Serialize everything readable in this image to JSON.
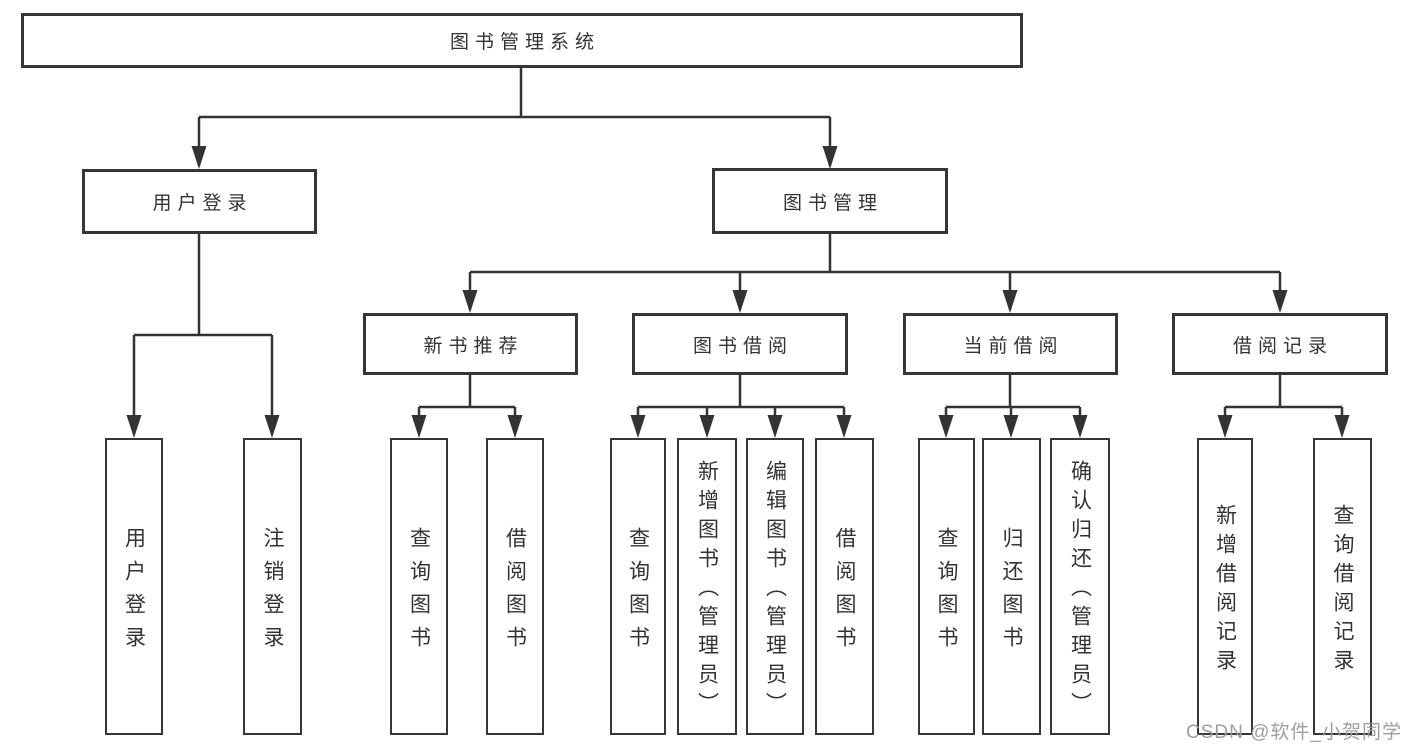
{
  "colors": {
    "background": "#ffffff",
    "line": "#333333",
    "box_border": "#363636",
    "text": "#333333",
    "watermark": "#9e9e9e"
  },
  "watermark": {
    "text": "CSDN @软件_小贺同学"
  },
  "diagram": {
    "type": "hierarchy-tree",
    "root": {
      "label": "图书管理系统"
    },
    "branches": [
      {
        "label": "用户登录",
        "leaves": [
          {
            "label": "用户登录"
          },
          {
            "label": "注销登录"
          }
        ]
      },
      {
        "label": "图书管理",
        "groups": [
          {
            "label": "新书推荐",
            "leaves": [
              {
                "label": "查询图书"
              },
              {
                "label": "借阅图书"
              }
            ]
          },
          {
            "label": "图书借阅",
            "leaves": [
              {
                "label": "查询图书"
              },
              {
                "label": "新增图书（管理员）"
              },
              {
                "label": "编辑图书（管理员）"
              },
              {
                "label": "借阅图书"
              }
            ]
          },
          {
            "label": "当前借阅",
            "leaves": [
              {
                "label": "查询图书"
              },
              {
                "label": "归还图书"
              },
              {
                "label": "确认归还（管理员）"
              }
            ]
          },
          {
            "label": "借阅记录",
            "leaves": [
              {
                "label": "新增借阅记录"
              },
              {
                "label": "查询借阅记录"
              }
            ]
          }
        ]
      }
    ]
  }
}
